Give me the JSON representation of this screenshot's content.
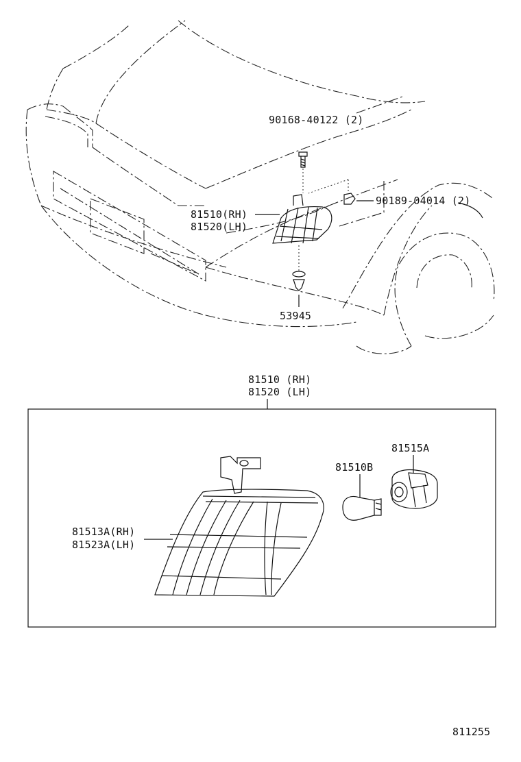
{
  "figure_id": "811255",
  "top_view": {
    "screw_label": "90168-40122 (2)",
    "nut_label": "90189-04014 (2)",
    "lamp_rh": "81510(RH)",
    "lamp_lh": "81520(LH)",
    "clip_label": "53945"
  },
  "detail_box": {
    "assembly_rh": "81510 (RH)",
    "assembly_lh": "81520 (LH)",
    "lens_rh": "81513A(RH)",
    "lens_lh": "81523A(LH)",
    "bulb_label": "81510B",
    "socket_label": "81515A"
  }
}
